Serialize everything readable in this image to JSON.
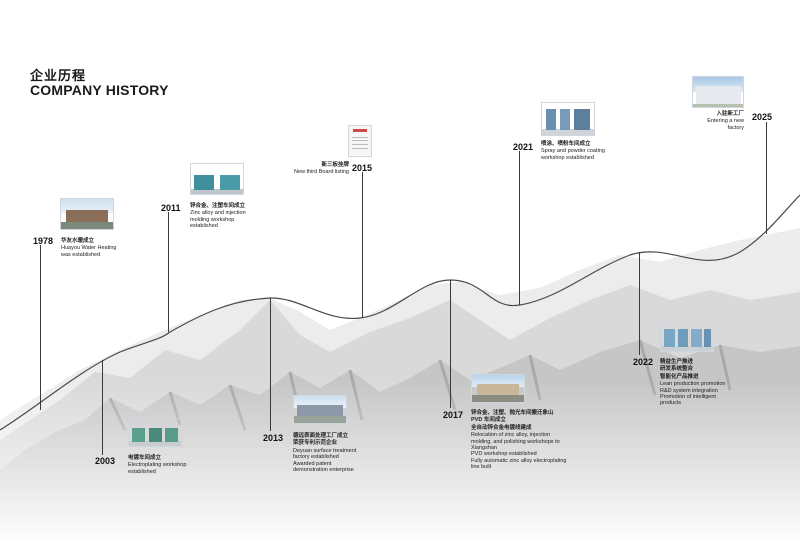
{
  "header": {
    "title_cn": "企业历程",
    "title_en": "COMPANY HISTORY"
  },
  "colors": {
    "timeline_line": "#4a4a4a",
    "text": "#1a1a1a",
    "mountain_light": "#e6e6e6",
    "mountain_dark": "#b9b9b9"
  },
  "milestones": [
    {
      "year": "1978",
      "cn": "华友水暖成立",
      "en": "Huayou Water Heating\nwas established",
      "photo": "factory-gate-photo"
    },
    {
      "year": "2003",
      "cn": "电镀车间成立",
      "en": "Electroplating workshop\nestablished",
      "photo": "electroplating-line-photo"
    },
    {
      "year": "2011",
      "cn": "锌合金、注塑车间成立",
      "en": "Zinc alloy and injection\nmolding workshop\nestablished",
      "photo": "workshop-machines-photo"
    },
    {
      "year": "2013",
      "cn": "德远表面处理工厂成立",
      "cn2": "荣获专利示范企业",
      "en": "Deyuan surface treatment\nfactory established\nAwarded patent\ndemonstration enterprise",
      "photo": "deyuan-factory-photo"
    },
    {
      "year": "2015",
      "cn": "新三板挂牌",
      "en": "New third Board listing",
      "photo": "certificate-photo"
    },
    {
      "year": "2017",
      "cn": "锌合金、注塑、抛光车间搬迁象山",
      "cn2": "PVD 车间成立",
      "cn3": "全自动锌合金电镀线建成",
      "en": "Relocation of zinc alloy, injection\nmolding, and polishing workshops to\nXiangshan\nPVD workshop established\nFully automatic zinc alloy electroplating\nline built",
      "photo": "xiangshan-plant-photo"
    },
    {
      "year": "2021",
      "cn": "喷涂、喷粉车间成立",
      "en": "Spray and powder coating\nworkshop established",
      "photo": "spray-workshop-photo"
    },
    {
      "year": "2022",
      "cn": "精益生产推进",
      "cn2": "研发系统整合",
      "cn3": "智能化产品推进",
      "en": "Lean production promotion\nR&D system integration\nPromotion of intelligent\nproducts",
      "photo": "production-floor-photo"
    },
    {
      "year": "2025",
      "cn": "入驻新工厂",
      "en": "Entering a new\nfactory",
      "photo": "new-factory-photo"
    }
  ]
}
